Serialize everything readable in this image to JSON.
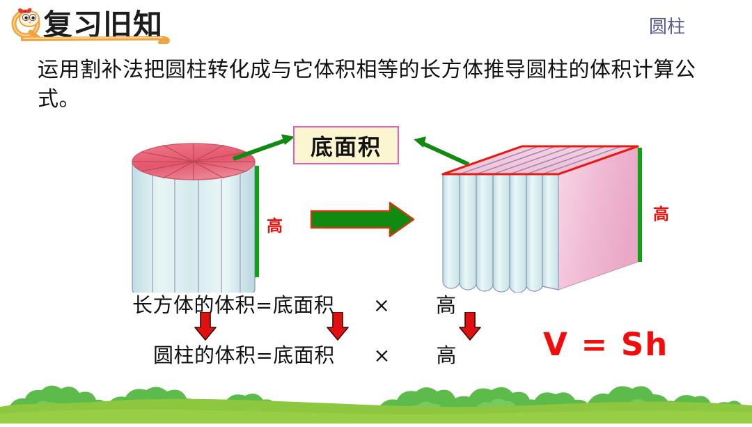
{
  "header": {
    "title": "复习旧知",
    "mascot_icon": "chick-q-mascot-icon",
    "underline_icon": "swoosh-underline-icon",
    "lesson_title": "圆柱"
  },
  "prompt": {
    "text": "运用割补法把圆柱转化成与它体积相等的长方体推导圆柱的体积计算公式。"
  },
  "diagram": {
    "cylinder": {
      "name": "圆柱",
      "top_color": "#e8556d",
      "body_color": "#cfe8ec",
      "height_label": "高",
      "height_line_color": "#11a118",
      "segments": 12
    },
    "prism": {
      "name": "长方体",
      "top_color": "#f6c6da",
      "front_color": "#d6eced",
      "side_color": "#f2bcd6",
      "edge_color": "#e81b12",
      "height_label": "高",
      "height_line_color": "#11a118",
      "segments": 7
    },
    "base_area_box": {
      "label": "底面积",
      "fill": "#fbf6cf",
      "border": "#e060b8"
    },
    "transform_arrow": {
      "icon": "right-arrow-icon",
      "fill": "#118a11",
      "stroke": "#cc3b0b"
    },
    "pointer_arrow_left": {
      "icon": "arrow-up-right-icon",
      "color": "#118a11"
    },
    "pointer_arrow_right": {
      "icon": "arrow-up-left-icon",
      "color": "#118a11"
    }
  },
  "formulas": {
    "row1": {
      "left": "长方体的体积=底面积",
      "times": "×",
      "right": "高"
    },
    "row2": {
      "left": "圆柱的体积=底面积",
      "times": "×",
      "right": "高"
    },
    "down_arrows": {
      "icon": "arrow-down-icon",
      "count": 3,
      "color": "#e01010"
    },
    "result": "V  =  Sh"
  },
  "footer": {
    "grass_icon": "grass-bushes-decoration",
    "grass_color": "#8dc63f",
    "bush_color": "#5cbb4b"
  }
}
